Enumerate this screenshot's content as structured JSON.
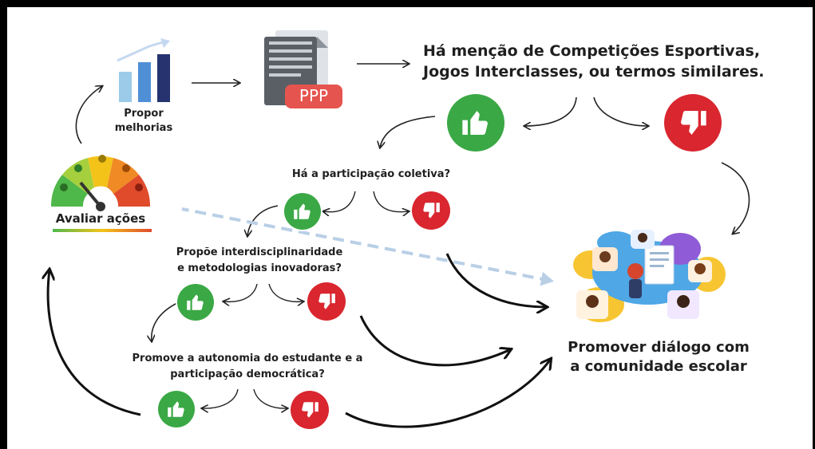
{
  "labels": {
    "top_question_line1": "Há menção de Competições Esportivas,",
    "top_question_line2": "Jogos Interclasses, ou termos similares.",
    "propose_line1": "Propor",
    "propose_line2": "melhorias",
    "evaluate": "Avaliar ações",
    "q_participation": "Há a participação coletiva?",
    "q_interdisc_line1": "Propõe interdisciplinaridade",
    "q_interdisc_line2": "e metodologias inovadoras?",
    "q_autonomy_line1": "Promove a autonomia do estudante e a",
    "q_autonomy_line2": "participação democrática?",
    "dialog_line1": "Promover diálogo com",
    "dialog_line2": "a comunidade escolar",
    "document_tag": "PPP"
  },
  "icons": {
    "chart": "bar-chart-growth-icon",
    "document": "ppp-document-icon",
    "gauge": "satisfaction-gauge-icon",
    "thumbs_up": "thumbs-up-icon",
    "thumbs_down": "thumbs-down-icon",
    "community": "community-meeting-icon"
  },
  "colors": {
    "yes": "#3aa845",
    "no": "#d9262f",
    "ppp_tag": "#e5544e",
    "dashed_arrow": "#b9cfe6",
    "text": "#1f1f1f"
  }
}
